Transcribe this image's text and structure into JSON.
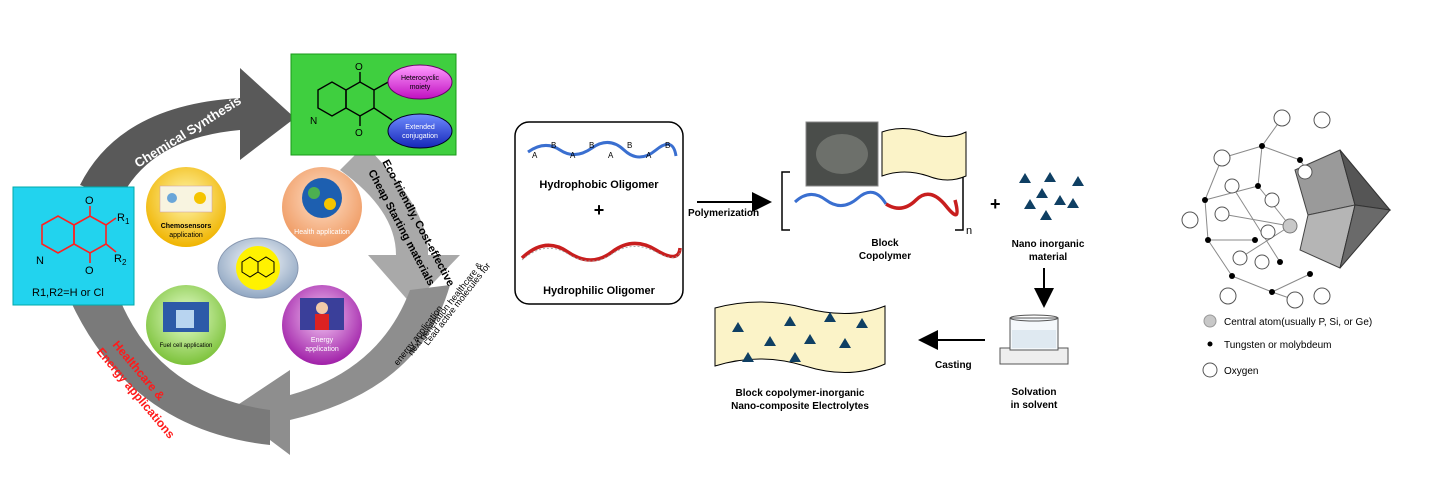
{
  "colors": {
    "arrow_gray": "#5a5a5a",
    "arrow_light": "#b4b4b4",
    "cyan_box": "#22d3ee",
    "green_box": "#3fcf3f",
    "chem_red": "#ff2020",
    "text_red": "#ff1a1a",
    "bead_blue": "#3a6fd0",
    "bead_red": "#c81e1e",
    "teal_triangle": "#0f3f63"
  },
  "panel1": {
    "arc_top_label": "Chemical Synthesis",
    "arc_right_label_1": "Eco-friendly, Cost-effective",
    "arc_right_label_2": "Cheap Starting materials",
    "arc_bottom_label_1": "Lead active molecules for",
    "arc_bottom_label_2": "next generation healthcare &",
    "arc_bottom_label_3": "energy application",
    "arc_left_label_1": "Healthcare &",
    "arc_left_label_2": "Energy applications",
    "cyan_box": {
      "atom_o1": "O",
      "atom_o2": "O",
      "atom_n": "N",
      "r1": "R",
      "r1_sub": "1",
      "r2": "R",
      "r2_sub": "2",
      "caption": "R1,R2=H or Cl"
    },
    "green_box": {
      "atom_o1": "O",
      "atom_o2": "O",
      "atom_n": "N",
      "bubble_top_1": "Heterocyclic",
      "bubble_top_2": "moiety",
      "bubble_bottom_1": "Extended",
      "bubble_bottom_2": "conjugation"
    },
    "bubbles": {
      "chemosensor_1": "Chemosensors",
      "chemosensor_2": "application",
      "health": "Health application",
      "fuelcell": "Fuel cell application",
      "energy_1": "Energy",
      "energy_2": "application"
    }
  },
  "panel2": {
    "hydrophobic_label": "Hydrophobic Oligomer",
    "plus_label": "+",
    "hydrophilic_label": "Hydrophilic Oligomer",
    "polymerization_label": "Polymerization",
    "n_label": "n",
    "block_copolymer_1": "Block",
    "block_copolymer_2": "Copolymer",
    "plus2_label": "+",
    "nano_1": "Nano inorganic",
    "nano_2": "material",
    "casting_label": "Casting",
    "solvation_1": "Solvation",
    "solvation_2": "in solvent",
    "composite_1": "Block copolymer-inorganic",
    "composite_2": "Nano-composite Electrolytes",
    "bead_letters": [
      "A",
      "B",
      "A",
      "B",
      "A",
      "B",
      "A",
      "B"
    ]
  },
  "panel3": {
    "legend": [
      {
        "label": "Central atom(usually P, Si, or Ge)",
        "marker": "gray-circle"
      },
      {
        "label": "Tungsten or molybdeum",
        "marker": "black-dot"
      },
      {
        "label": "Oxygen",
        "marker": "open-circle"
      }
    ]
  }
}
